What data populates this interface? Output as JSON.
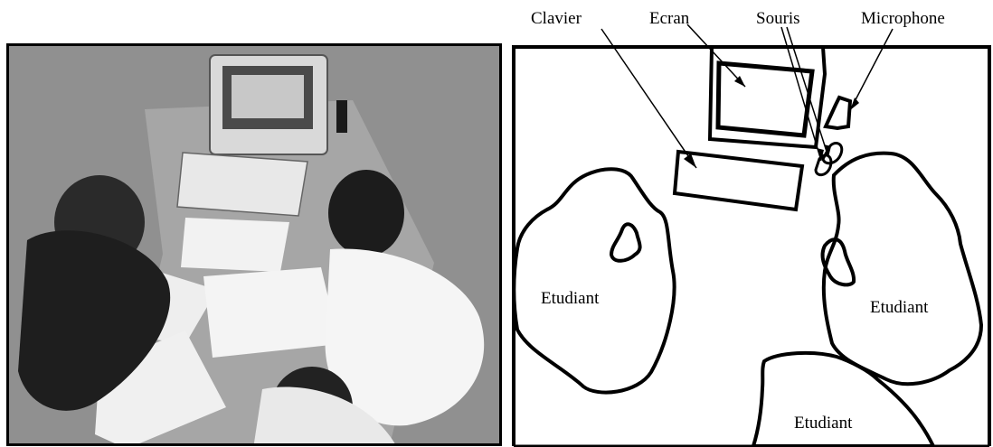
{
  "figure": {
    "photo_description_alt": "",
    "labels": {
      "keyboard": "Clavier",
      "screen": "Ecran",
      "mouse": "Souris",
      "microphone": "Microphone",
      "student_left": "Etudiant",
      "student_right": "Etudiant",
      "student_bottom": "Etudiant"
    },
    "colors": {
      "ink": "#000000",
      "photo_bg": "#8a8a8a",
      "paper": "#f2f2f2",
      "dark_clothes": "#1e1e1e"
    }
  }
}
